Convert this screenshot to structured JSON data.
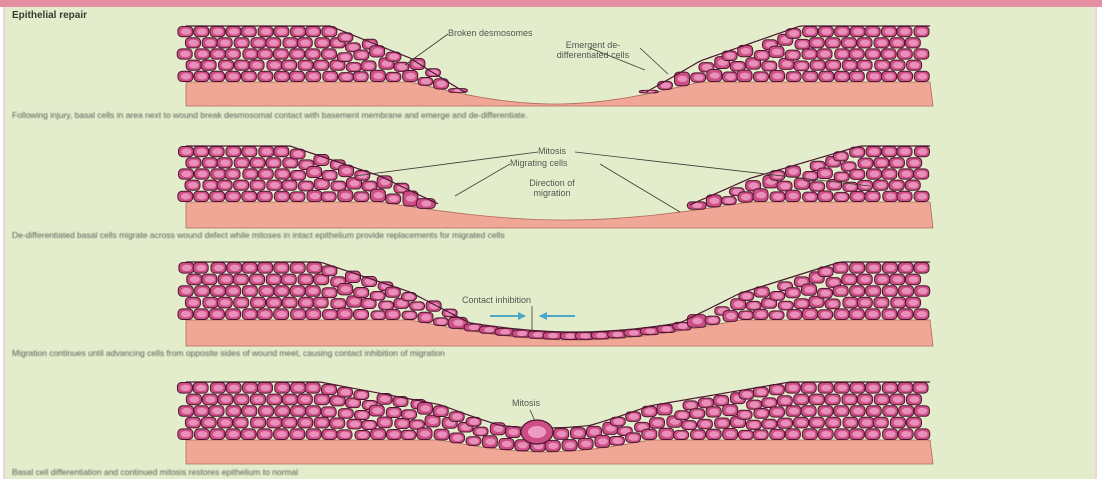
{
  "figure": {
    "title": "Epithelial repair",
    "panels": [
      {
        "labels": [
          "Broken desmosomes",
          "Emergent de-differentiated cells"
        ],
        "caption": "Following injury, basal cells in area next to wound break desmosomal contact with basement membrane and emerge and de-differentiate."
      },
      {
        "labels": [
          "Mitosis",
          "Migrating cells",
          "Direction of migration"
        ],
        "caption": "De-differentiated basal cells migrate across wound defect while mitoses in intact epithelium provide replacements for migrated cells"
      },
      {
        "labels": [
          "Contact inhibition"
        ],
        "caption": "Migration continues until advancing cells from opposite sides of wound meet, causing contact inhibition of migration"
      },
      {
        "labels": [
          "Mitosis"
        ],
        "caption": "Basal cell differentiation and continued mitosis restores epithelium to normal"
      }
    ]
  },
  "colors": {
    "frame_bg": "#e3edcc",
    "top_bar": "#e58fa3",
    "dermis": "#f0a795",
    "cell_fill": "#cc4e84",
    "cell_stroke": "#4d1630",
    "nucleus": "#ec9cc3",
    "arrow": "#4aa8c6"
  }
}
